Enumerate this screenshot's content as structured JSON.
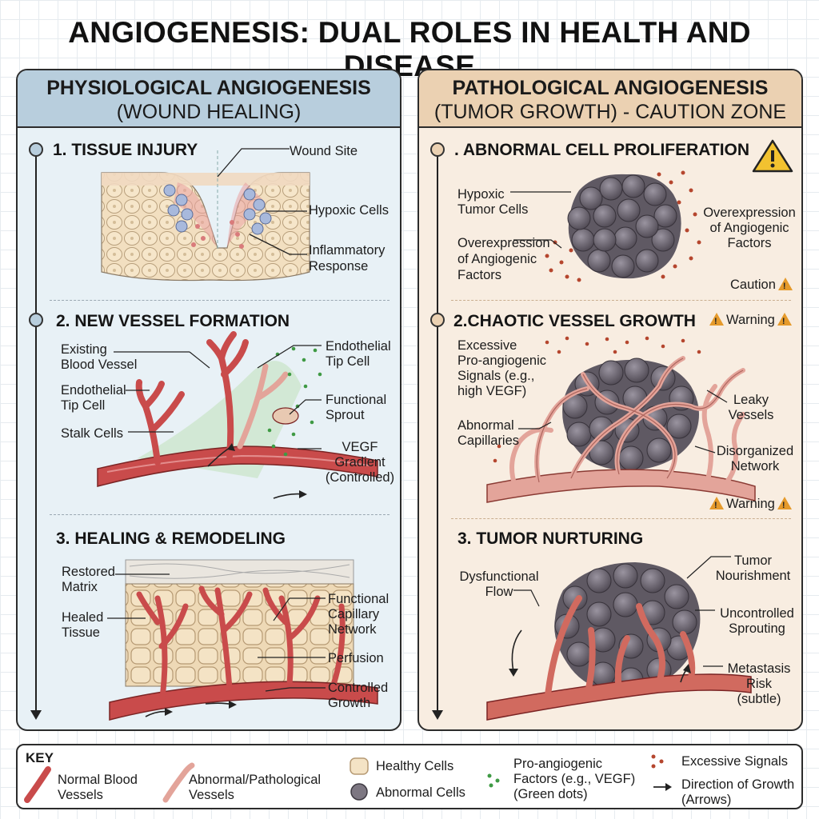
{
  "title": "ANGIOGENESIS: DUAL ROLES IN HEALTH AND DISEASE",
  "colors": {
    "physio_header": "#b8cedd",
    "patho_header": "#ebd1b2",
    "vessel": "#c94b4b",
    "abnormal_vessel": "#e3a49a",
    "tumor": "#6e6872",
    "warning": "#e59a2b",
    "vegf_dots": "#3f9a44",
    "signal_dots": "#b5462e"
  },
  "physio": {
    "title": "PHYSIOLOGICAL ANGIOGENESIS",
    "subtitle": "(WOUND HEALING)",
    "step1": {
      "title": "1. TISSUE INJURY",
      "labels": {
        "wound_site": "Wound Site",
        "hypoxic": "Hypoxic Cells",
        "inflammatory_1": "Inflammatory",
        "inflammatory_2": "Response"
      }
    },
    "step2": {
      "title": "2. NEW VESSEL FORMATION",
      "labels": {
        "existing_1": "Existing",
        "existing_2": "Blood Vessel",
        "tip_left_1": "Endothelial",
        "tip_left_2": "Tip Cell",
        "stalk": "Stalk Cells",
        "tip_right_1": "Endothelial",
        "tip_right_2": "Tip Cell",
        "sprout_1": "Functional",
        "sprout_2": "Sprout",
        "vegf_1": "VEGF",
        "vegf_2": "Gradient",
        "vegf_3": "(Controlled)"
      }
    },
    "step3": {
      "title": "3. HEALING & REMODELING",
      "labels": {
        "matrix_1": "Restored",
        "matrix_2": "Matrix",
        "healed_1": "Healed",
        "healed_2": "Tissue",
        "capillary_1": "Functional",
        "capillary_2": "Capillary",
        "capillary_3": "Network",
        "perfusion": "Perfusion",
        "controlled_1": "Controlled",
        "controlled_2": "Growth"
      }
    }
  },
  "patho": {
    "title": "PATHOLOGICAL ANGIOGENESIS",
    "subtitle": "(TUMOR GROWTH) - CAUTION ZONE",
    "step1": {
      "title": ". ABNORMAL CELL PROLIFERATION",
      "labels": {
        "hypoxic_1": "Hypoxic",
        "hypoxic_2": "Tumor Cells",
        "over_left_1": "Overexpression",
        "over_left_2": "of Angiogenic",
        "over_left_3": "Factors",
        "over_right_1": "Overexpression",
        "over_right_2": "of Angiogenic",
        "over_right_3": "Factors",
        "caution": "Caution"
      }
    },
    "step2": {
      "title": "2.CHAOTIC VESSEL GROWTH",
      "warning_top": "Warning",
      "warning_bottom": "Warning",
      "labels": {
        "excessive_1": "Excessive",
        "excessive_2": "Pro-angiogenic",
        "excessive_3": "Signals (e.g.,",
        "excessive_4": "high VEGF)",
        "abnormal_1": "Abnormal",
        "abnormal_2": "Capillaries",
        "leaky_1": "Leaky",
        "leaky_2": "Vessels",
        "disorg_1": "Disorganized",
        "disorg_2": "Network"
      }
    },
    "step3": {
      "title": "3. TUMOR NURTURING",
      "labels": {
        "dysfunctional_1": "Dysfunctional",
        "dysfunctional_2": "Flow",
        "nourish_1": "Tumor",
        "nourish_2": "Nourishment",
        "uncontrolled_1": "Uncontrolled",
        "uncontrolled_2": "Sprouting",
        "metastasis_1": "Metastasis",
        "metastasis_2": "Risk",
        "metastasis_3": "(subtle)"
      }
    }
  },
  "key": {
    "title": "KEY",
    "normal_1": "Normal Blood",
    "normal_2": "Vessels",
    "abnormal_1": "Abnormal/Pathological",
    "abnormal_2": "Vessels",
    "healthy": "Healthy Cells",
    "abnormal_cells": "Abnormal Cells",
    "pro_1": "Pro-angiogenic",
    "pro_2": "Factors (e.g., VEGF)",
    "pro_3": "(Green dots)",
    "excessive": "Excessive Signals",
    "direction_1": "Direction of Growth",
    "direction_2": "(Arrows)"
  }
}
